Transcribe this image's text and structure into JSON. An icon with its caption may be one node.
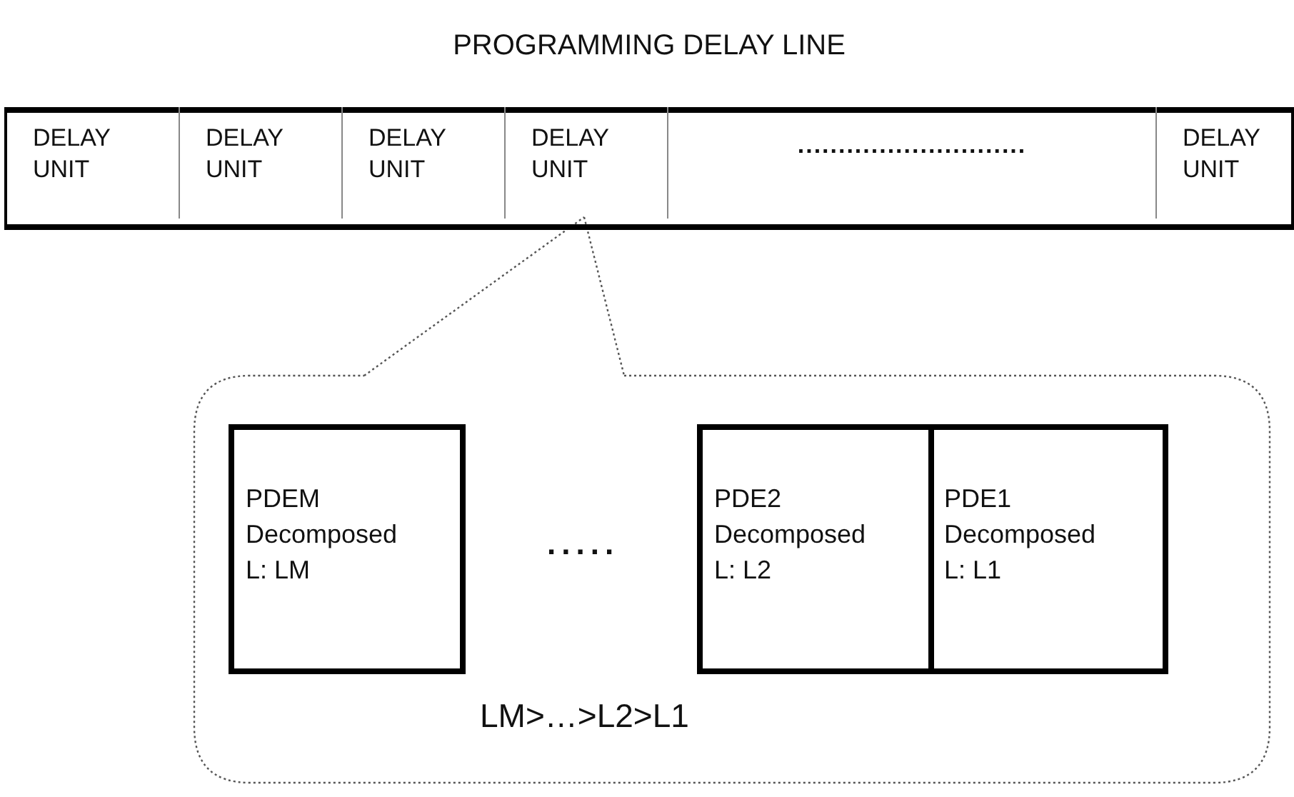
{
  "diagram": {
    "nodes": [
      {
        "text": [
          "PROGRAMMING DELAY LINE"
        ]
      },
      {
        "text": [
          "DELAY UNIT"
        ],
        "in": 0
      },
      {
        "text": [
          "DELAY UNIT"
        ],
        "in": 0
      },
      {
        "text": [
          "DELAY UNIT"
        ],
        "in": 0
      },
      {
        "text": [
          "DELAY UNIT"
        ],
        "in": 0
      },
      {
        "text": [
          "............................"
        ],
        "in": 0
      },
      {
        "text": [
          "DELAY UNIT"
        ],
        "in": 0
      },
      {
        "text": [],
        "shape": "box"
      },
      {
        "text": [
          "PDEM Decomposed L: LM"
        ],
        "in": 7
      },
      {
        "text": [
          "PDE2 Decomposed L: L2"
        ],
        "in": 7
      },
      {
        "text": [
          "PDE1 Decomposed L: L1"
        ],
        "in": 7
      }
    ],
    "edges": [
      {
        "from": 7,
        "to": 4,
        "arrow": "none",
        "style": "dashed"
      }
    ],
    "labels": [
      ".....",
      "LM>…>L2>L1"
    ]
  }
}
